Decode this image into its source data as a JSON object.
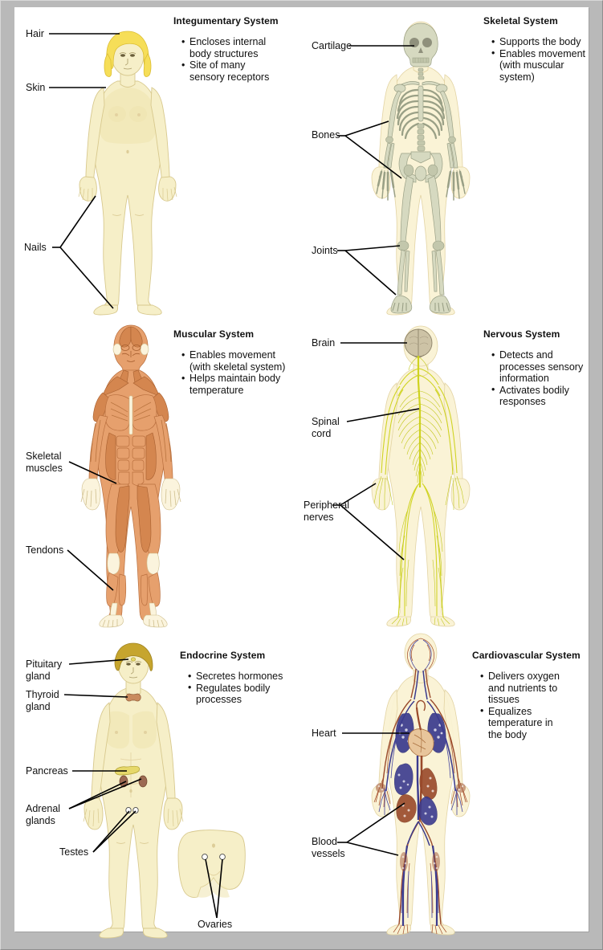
{
  "page": {
    "background_color": "#b9b9b9",
    "sheet_color": "#ffffff"
  },
  "panels": [
    {
      "id": "integumentary",
      "title": "Integumentary System",
      "bullets": [
        "Encloses internal body structures",
        "Site of many sensory receptors"
      ],
      "labels": [
        "Hair",
        "Skin",
        "Nails"
      ],
      "figure": "female-body-skin",
      "colors": {
        "skin": "#f6efc8",
        "hair": "#f6de58"
      }
    },
    {
      "id": "skeletal",
      "title": "Skeletal System",
      "bullets": [
        "Supports the body",
        "Enables movement (with muscular system)"
      ],
      "labels": [
        "Cartilage",
        "Bones",
        "Joints"
      ],
      "figure": "male-skeleton",
      "colors": {
        "bone": "#d6d9c0",
        "body": "#faf3d4"
      }
    },
    {
      "id": "muscular",
      "title": "Muscular System",
      "bullets": [
        "Enables movement (with skeletal system)",
        "Helps maintain body temperature"
      ],
      "labels": [
        "Skeletal muscles",
        "Tendons"
      ],
      "figure": "male-musculature",
      "colors": {
        "muscle": "#e6a06d",
        "tendon": "#fbf4dd"
      }
    },
    {
      "id": "nervous",
      "title": "Nervous System",
      "bullets": [
        "Detects and processes sensory information",
        "Activates bodily responses"
      ],
      "labels": [
        "Brain",
        "Spinal cord",
        "Peripheral nerves"
      ],
      "figure": "male-nerves",
      "colors": {
        "nerve": "#cfd320",
        "brain": "#cdc3a6"
      }
    },
    {
      "id": "endocrine",
      "title": "Endocrine System",
      "bullets": [
        "Secretes hormones",
        "Regulates bodily processes"
      ],
      "labels": [
        "Pituitary gland",
        "Thyroid gland",
        "Pancreas",
        "Adrenal glands",
        "Testes",
        "Ovaries"
      ],
      "figure": "male-endocrine-plus-female-pelvis",
      "colors": {
        "gland": "#e6d86a",
        "adrenal": "#9c6a53"
      }
    },
    {
      "id": "cardiovascular",
      "title": "Cardiovascular System",
      "bullets": [
        "Delivers oxygen and nutrients to tissues",
        "Equalizes temperature in the body"
      ],
      "labels": [
        "Heart",
        "Blood vessels"
      ],
      "figure": "male-vasculature",
      "colors": {
        "vein": "#3b3b8e",
        "artery": "#99492a"
      }
    }
  ],
  "integumentary": {
    "title": "Integumentary System",
    "b1a": "Encloses internal",
    "b1b": "body structures",
    "b2a": "Site of many",
    "b2b": "sensory receptors",
    "label_hair": "Hair",
    "label_skin": "Skin",
    "label_nails": "Nails"
  },
  "skeletal": {
    "title": "Skeletal System",
    "b1a": "Supports the body",
    "b2a": "Enables movement",
    "b2b": "(with muscular",
    "b2c": "system)",
    "label_cartilage": "Cartilage",
    "label_bones": "Bones",
    "label_joints": "Joints"
  },
  "muscular": {
    "title": "Muscular System",
    "b1a": "Enables movement",
    "b1b": "(with skeletal system)",
    "b2a": "Helps maintain body",
    "b2b": "temperature",
    "label_skeletal_muscles": "Skeletal\nmuscles",
    "label_tendons": "Tendons"
  },
  "nervous": {
    "title": "Nervous System",
    "b1a": "Detects and",
    "b1b": "processes sensory",
    "b1c": "information",
    "b2a": "Activates bodily",
    "b2b": "responses",
    "label_brain": "Brain",
    "label_spinal_cord": "Spinal\ncord",
    "label_peripheral_nerves": "Peripheral\nnerves"
  },
  "endocrine": {
    "title": "Endocrine System",
    "b1a": "Secretes hormones",
    "b2a": "Regulates bodily",
    "b2b": "processes",
    "label_pituitary": "Pituitary\ngland",
    "label_thyroid": "Thyroid\ngland",
    "label_pancreas": "Pancreas",
    "label_adrenal": "Adrenal\nglands",
    "label_testes": "Testes",
    "label_ovaries": "Ovaries"
  },
  "cardiovascular": {
    "title": "Cardiovascular System",
    "b1a": "Delivers oxygen",
    "b1b": "and nutrients to",
    "b1c": "tissues",
    "b2a": "Equalizes",
    "b2b": "temperature in",
    "b2c": "the body",
    "label_heart": "Heart",
    "label_blood_vessels": "Blood\nvessels"
  }
}
